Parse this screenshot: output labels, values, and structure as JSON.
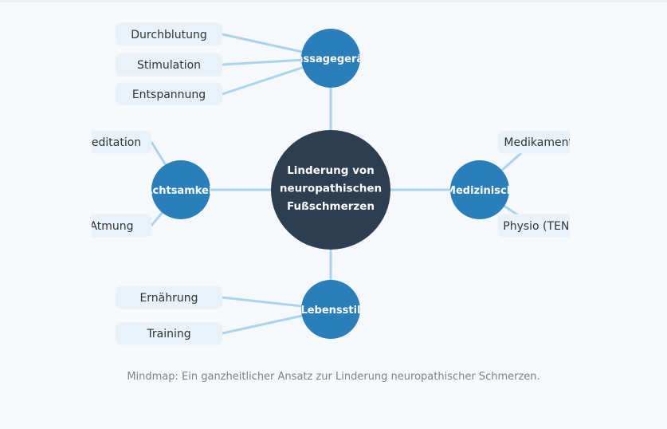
{
  "mindmap": {
    "center": {
      "label": [
        "Linderung von",
        "neuropathischen",
        "Fußschmerzen"
      ]
    },
    "branches": [
      {
        "id": "massage",
        "label": "Massagegeräte",
        "leaves": [
          "Durchblutung",
          "Stimulation",
          "Entspannung"
        ]
      },
      {
        "id": "achtsamkeit",
        "label": "Achtsamkeit",
        "leaves": [
          "Meditation",
          "Atmung"
        ]
      },
      {
        "id": "medizinisch",
        "label": "Medizinisch",
        "leaves": [
          "Medikamente",
          "Physio (TENS)"
        ]
      },
      {
        "id": "lebensstil",
        "label": "Lebensstil",
        "leaves": [
          "Ernährung",
          "Training"
        ]
      }
    ]
  },
  "caption": "Mindmap: Ein ganzheitlicher Ansatz zur Linderung neuropathischer Schmerzen.",
  "colors": {
    "center": "#2c3e50",
    "branch": "#2a7fba",
    "leaf_bg": "#eaf2f9",
    "link": "#a9d4ee",
    "leaf_text": "#333333"
  }
}
